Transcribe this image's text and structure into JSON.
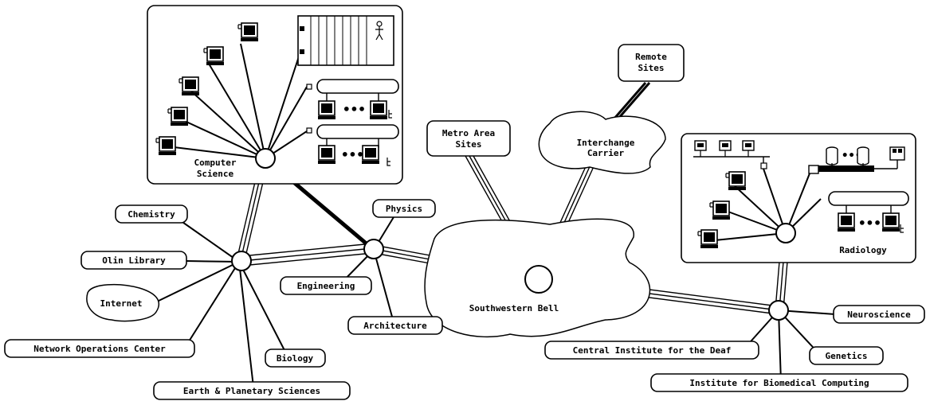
{
  "clouds": {
    "internet": "Internet",
    "southwestern_bell": "Southwestern Bell",
    "interchange_carrier": [
      "Interchange",
      "Carrier"
    ]
  },
  "panels": {
    "computer_science": [
      "Computer",
      "Science"
    ],
    "radiology": "Radiology"
  },
  "sites": {
    "remote_sites": [
      "Remote",
      "Sites"
    ],
    "metro_area_sites": [
      "Metro Area",
      "Sites"
    ],
    "chemistry": "Chemistry",
    "olin_library": "Olin Library",
    "physics": "Physics",
    "engineering": "Engineering",
    "architecture": "Architecture",
    "network_operations_center": "Network Operations Center",
    "biology": "Biology",
    "earth_planetary_sciences": "Earth & Planetary Sciences",
    "neuroscience": "Neuroscience",
    "central_institute_deaf": "Central Institute for the Deaf",
    "genetics": "Genetics",
    "institute_biomedical_computing": "Institute for Biomedical Computing"
  }
}
